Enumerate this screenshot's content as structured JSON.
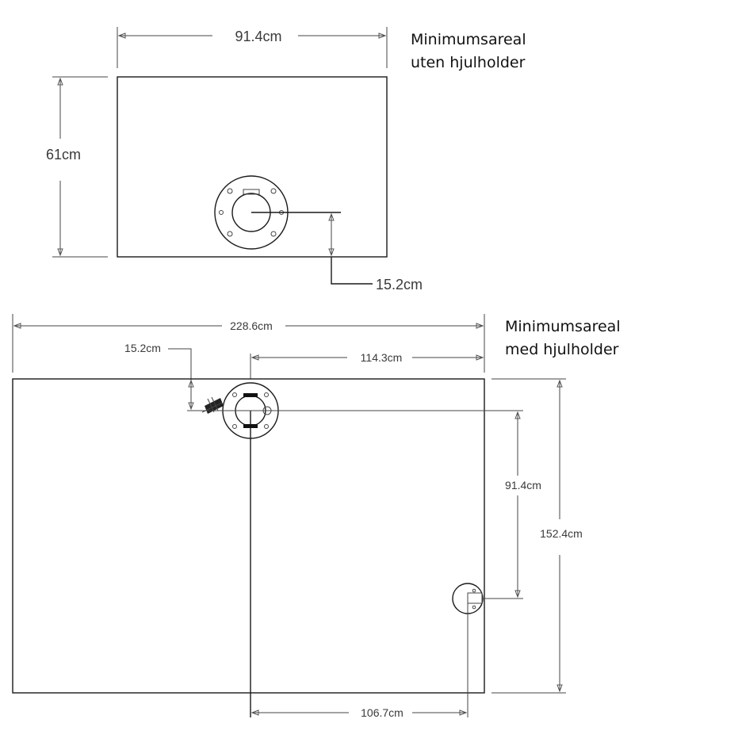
{
  "top_view": {
    "title_line1": "Minimumsareal",
    "title_line2": "uten hjulholder",
    "dim_width": "91.4cm",
    "dim_height": "61cm",
    "dim_offset": "15.2cm"
  },
  "bottom_view": {
    "title_line1": "Minimumsareal",
    "title_line2": "med hjulholder",
    "dim_total_width": "228.6cm",
    "dim_offset_top": "15.2cm",
    "dim_center_to_edge": "114.3cm",
    "dim_mount_spacing": "91.4cm",
    "dim_total_height": "152.4cm",
    "dim_bottom": "106.7cm"
  }
}
